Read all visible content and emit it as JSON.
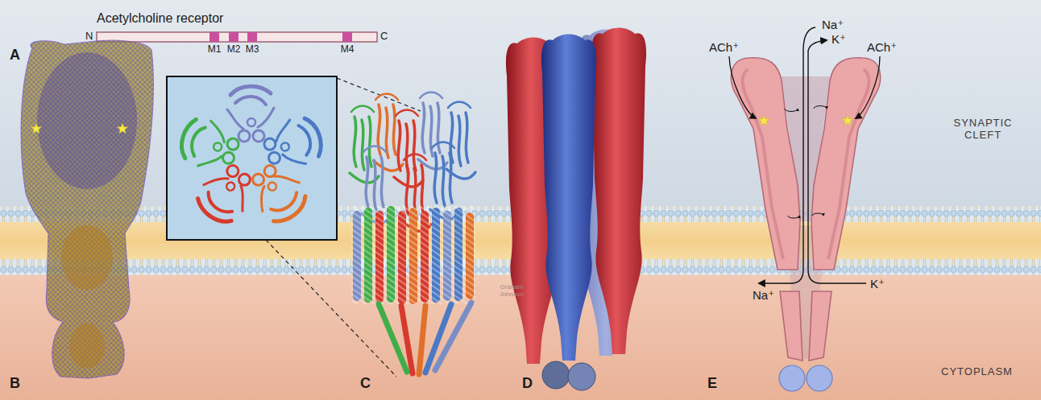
{
  "diagram": {
    "labels": [
      "Acetylcholine receptor",
      "N",
      "C",
      "M1",
      "M2",
      "M3",
      "M4",
      "A",
      "B",
      "C",
      "D",
      "E",
      "Na⁺",
      "K⁺",
      "ACh⁺",
      "ACh⁺",
      "Na⁺",
      "K⁺",
      "SYNAPTIC CLEFT",
      "CYTOPLASM",
      "Graham Johnson"
    ]
  }
}
